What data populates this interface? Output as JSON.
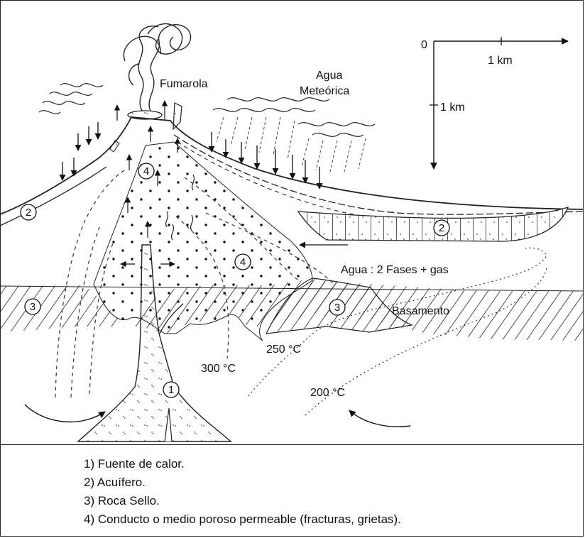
{
  "labels": {
    "fumarola": "Fumarola",
    "agua_line1": "Agua",
    "agua_line2": "Meteórica",
    "agua_fases": "Agua : 2 Fases + gas",
    "basamento": "Basamento",
    "t300": "300 °C",
    "t250": "250 °C",
    "t200": "200 °C"
  },
  "scale": {
    "origin": "0",
    "horizontal": "1 km",
    "vertical": "1 km"
  },
  "markers": [
    "1",
    "2",
    "2",
    "3",
    "3",
    "4",
    "4"
  ],
  "legend": [
    "1) Fuente de calor.",
    "2) Acuífero.",
    "3) Roca Sello.",
    "4) Conducto o medio poroso permeable (fracturas, grietas)."
  ]
}
